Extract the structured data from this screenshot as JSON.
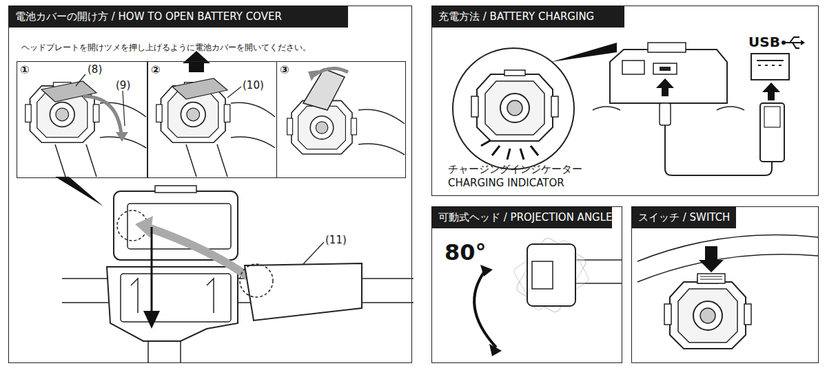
{
  "diagram": {
    "nodes": [
      {
        "text": [
          "電池カバーの開け方 / HOW TO OPEN BATTERY COVER",
          "ヘッドプレートを開けツメを押し上げるように電池カバーを開いてください。"
        ]
      },
      {
        "text": [
          "①"
        ],
        "in": 0
      },
      {
        "text": [
          "②"
        ],
        "in": 0
      },
      {
        "text": [
          "③"
        ],
        "in": 0
      },
      {
        "text": [
          "充電方法 / BATTERY CHARGING"
        ]
      },
      {
        "text": [
          "可動式ヘッド / PROJECTION ANGLE"
        ]
      },
      {
        "text": [
          "スイッチ / SWITCH"
        ]
      }
    ],
    "labels": [
      "(8)",
      "(9)",
      "(10)",
      "(11)",
      "USB",
      "チャージングインジケーター",
      "CHARGING INDICATOR",
      "80°"
    ]
  }
}
